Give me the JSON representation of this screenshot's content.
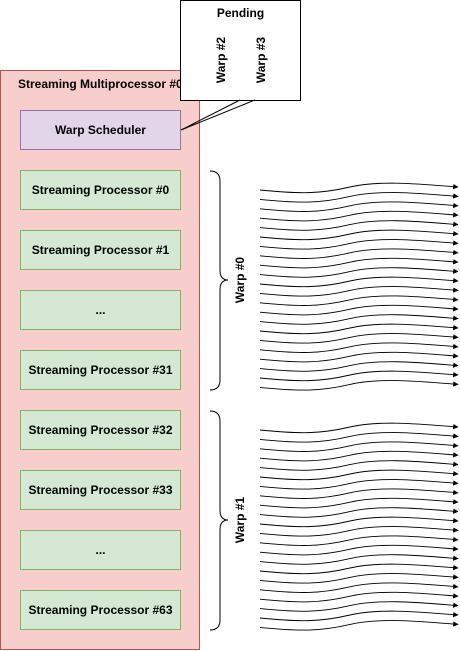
{
  "multiprocessor": {
    "title": "Streaming Multiprocessor #0",
    "scheduler_label": "Warp Scheduler",
    "processors": [
      "Streaming Processor #0",
      "Streaming Processor #1",
      "...",
      "Streaming Processor #31",
      "Streaming Processor #32",
      "Streaming Processor #33",
      "...",
      "Streaming Processor #63"
    ]
  },
  "pending": {
    "title": "Pending",
    "warps": [
      "Warp #2",
      "Warp #3"
    ]
  },
  "active_warps": [
    {
      "label": "Warp #0"
    },
    {
      "label": "Warp #1"
    }
  ],
  "colors": {
    "sm_fill": "#f8cecc",
    "sm_stroke": "#b85450",
    "scheduler_fill": "#e1d5e7",
    "scheduler_stroke": "#9673a6",
    "sp_fill": "#d5e8d4",
    "sp_stroke": "#82b366"
  }
}
